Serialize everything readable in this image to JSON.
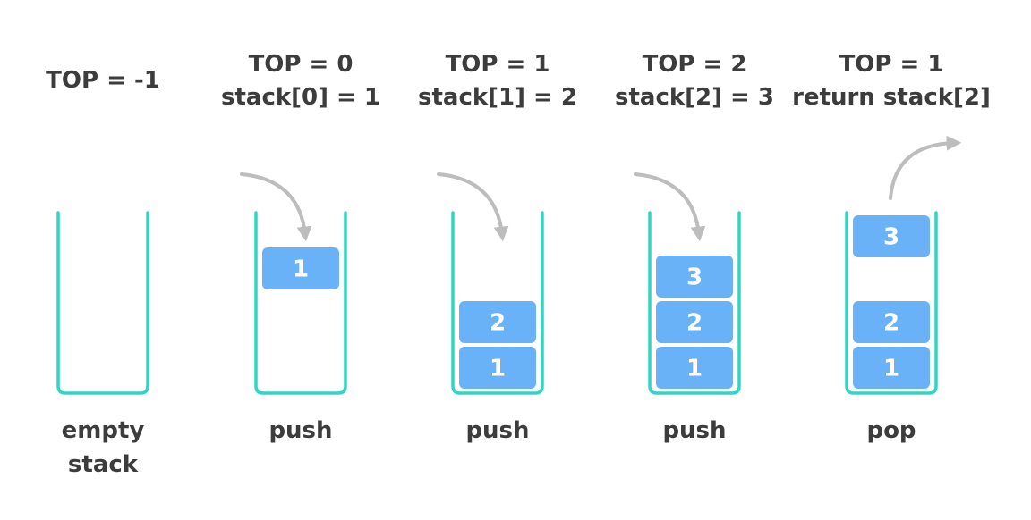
{
  "colors": {
    "container": "#2fd6c4",
    "block": "#6ab2f8",
    "block_text": "#ffffff",
    "label_text": "#3c3c3c",
    "arrow": "#bdbdbd"
  },
  "states": [
    {
      "top_lines": [
        "TOP = -1"
      ],
      "blocks": [],
      "arrow": "",
      "caption": [
        "empty",
        "stack"
      ]
    },
    {
      "top_lines": [
        "TOP = 0",
        "stack[0] = 1"
      ],
      "blocks": [
        {
          "value": "1",
          "slot": "incoming"
        }
      ],
      "arrow": "in",
      "caption": [
        "push"
      ]
    },
    {
      "top_lines": [
        "TOP = 1",
        "stack[1] = 2"
      ],
      "blocks": [
        {
          "value": "1",
          "slot": 0
        },
        {
          "value": "2",
          "slot": 1
        }
      ],
      "arrow": "in",
      "caption": [
        "push"
      ]
    },
    {
      "top_lines": [
        "TOP = 2",
        "stack[2] = 3"
      ],
      "blocks": [
        {
          "value": "1",
          "slot": 0
        },
        {
          "value": "2",
          "slot": 1
        },
        {
          "value": "3",
          "slot": 2
        }
      ],
      "arrow": "in",
      "caption": [
        "push"
      ]
    },
    {
      "top_lines": [
        "TOP = 1",
        "return stack[2]"
      ],
      "blocks": [
        {
          "value": "1",
          "slot": 0
        },
        {
          "value": "2",
          "slot": 1
        },
        {
          "value": "3",
          "slot": "outgoing"
        }
      ],
      "arrow": "out",
      "caption": [
        "pop"
      ]
    }
  ]
}
